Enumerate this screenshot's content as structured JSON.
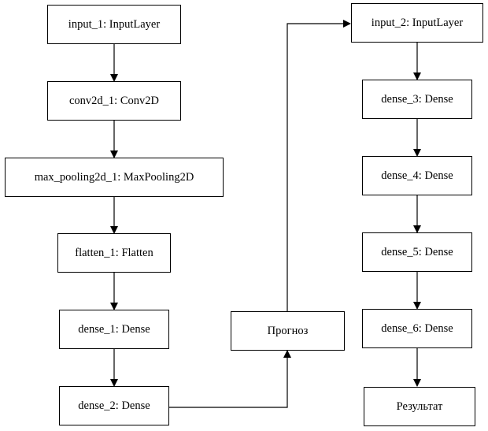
{
  "nodes": {
    "input_1": "input_1: InputLayer",
    "conv2d_1": "conv2d_1: Conv2D",
    "max_pooling2d_1": "max_pooling2d_1: MaxPooling2D",
    "flatten_1": "flatten_1: Flatten",
    "dense_1": "dense_1: Dense",
    "dense_2": "dense_2: Dense",
    "prognoz": "Прогноз",
    "input_2": "input_2: InputLayer",
    "dense_3": "dense_3: Dense",
    "dense_4": "dense_4: Dense",
    "dense_5": "dense_5: Dense",
    "dense_6": "dense_6: Dense",
    "result": "Результат"
  },
  "edges": [
    {
      "from": "input_1",
      "to": "conv2d_1"
    },
    {
      "from": "conv2d_1",
      "to": "max_pooling2d_1"
    },
    {
      "from": "max_pooling2d_1",
      "to": "flatten_1"
    },
    {
      "from": "flatten_1",
      "to": "dense_1"
    },
    {
      "from": "dense_1",
      "to": "dense_2"
    },
    {
      "from": "dense_2",
      "to": "prognoz"
    },
    {
      "from": "prognoz",
      "to": "input_2"
    },
    {
      "from": "input_2",
      "to": "dense_3"
    },
    {
      "from": "dense_3",
      "to": "dense_4"
    },
    {
      "from": "dense_4",
      "to": "dense_5"
    },
    {
      "from": "dense_5",
      "to": "dense_6"
    },
    {
      "from": "dense_6",
      "to": "result"
    }
  ]
}
